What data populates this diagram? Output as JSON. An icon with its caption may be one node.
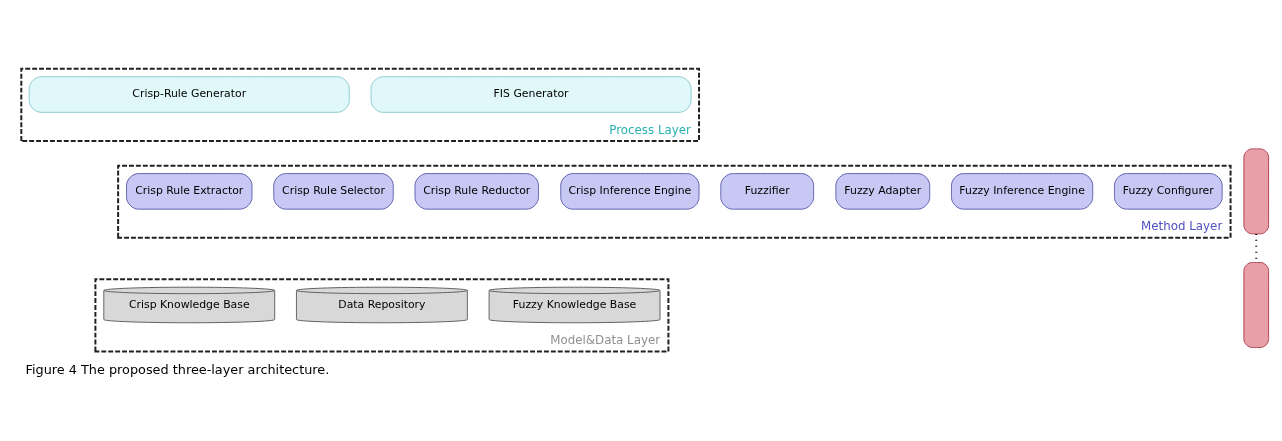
{
  "diagram": {
    "caption": "Figure 4 The proposed three-layer architecture.",
    "nodes": [
      {
        "text": [
          "Process Layer"
        ]
      },
      {
        "text": [
          "Crisp-Rule Generator"
        ],
        "in": 0
      },
      {
        "text": [
          "FIS Generator"
        ],
        "in": 0
      },
      {
        "text": [
          "Method Layer"
        ]
      },
      {
        "text": [
          "Crisp Rule Extractor"
        ],
        "in": 3
      },
      {
        "text": [
          "Crisp Rule Selector"
        ],
        "in": 3
      },
      {
        "text": [
          "Crisp Rule Reductor"
        ],
        "in": 3
      },
      {
        "text": [
          "Crisp Inference Engine"
        ],
        "in": 3
      },
      {
        "text": [
          "Fuzzifier"
        ],
        "in": 3
      },
      {
        "text": [
          "Fuzzy Adapter"
        ],
        "in": 3
      },
      {
        "text": [
          "Fuzzy Inference Engine"
        ],
        "in": 3
      },
      {
        "text": [
          "Fuzzy Configurer"
        ],
        "in": 3
      },
      {
        "text": [
          "Model&Data Layer"
        ]
      },
      {
        "text": [
          "Crisp Knowledge Base"
        ],
        "in": 12
      },
      {
        "text": [
          "Data Repository"
        ],
        "in": 12
      },
      {
        "text": [
          "Fuzzy Knowledge Base"
        ],
        "in": 12
      },
      {
        "text": [],
        "shape": "box"
      },
      {
        "text": [],
        "shape": "box"
      }
    ],
    "edges": [
      {
        "from": 16,
        "to": 17,
        "arrow": "none",
        "style": "dashed"
      }
    ]
  }
}
